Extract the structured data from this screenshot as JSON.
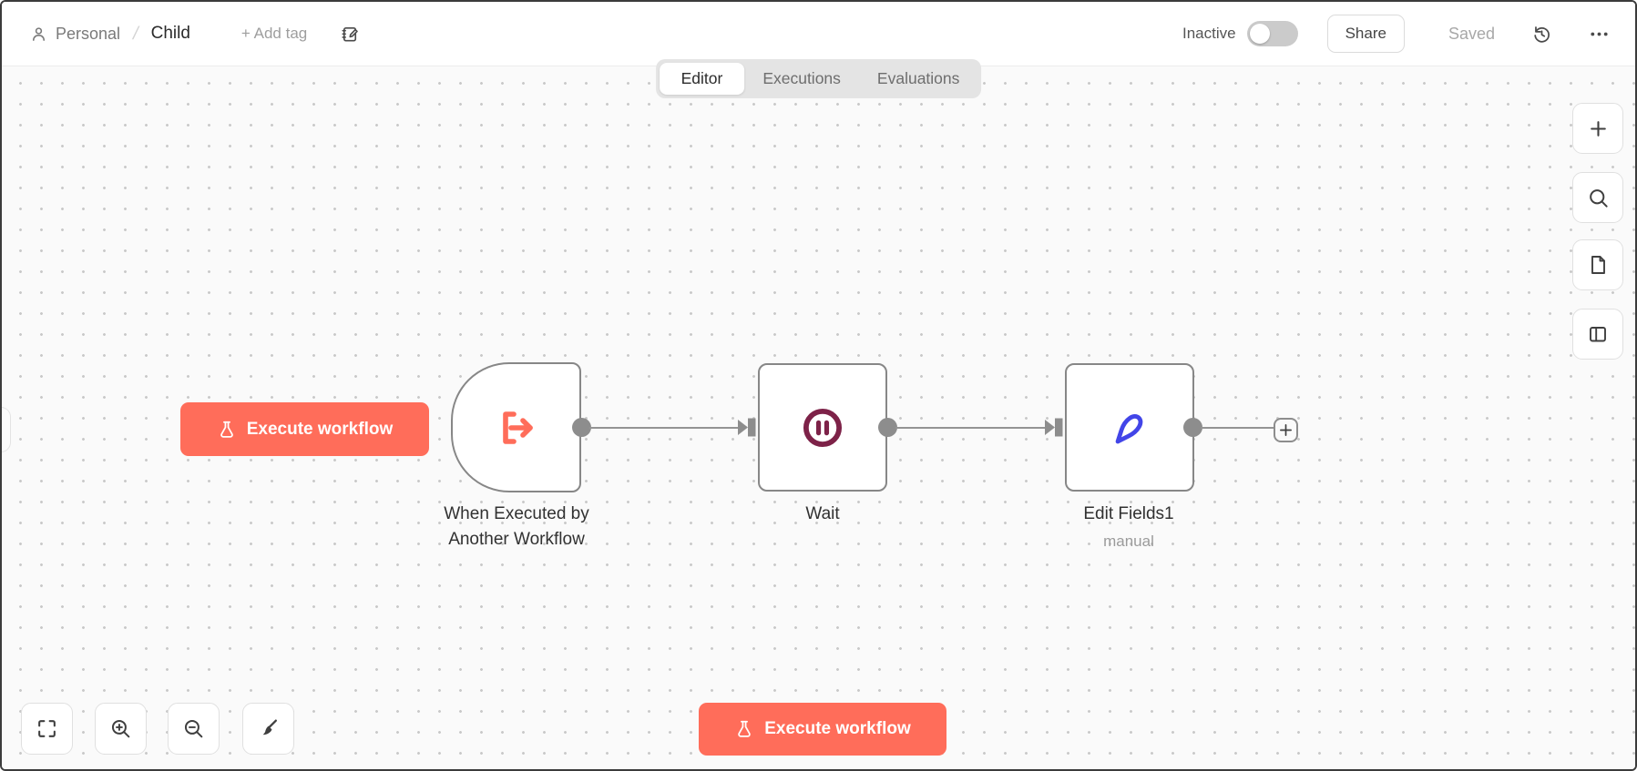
{
  "header": {
    "breadcrumb": {
      "project": "Personal",
      "separator": "/",
      "workflow": "Child"
    },
    "add_tag_label": "+ Add tag",
    "status_label": "Inactive",
    "toggle_state": "off",
    "share_label": "Share",
    "saved_label": "Saved"
  },
  "tabs": [
    {
      "label": "Editor",
      "active": true
    },
    {
      "label": "Executions",
      "active": false
    },
    {
      "label": "Evaluations",
      "active": false
    }
  ],
  "canvas": {
    "execute_workflow_label": "Execute workflow",
    "nodes": [
      {
        "name": "When Executed by Another Workflow",
        "type": "execute-workflow-trigger",
        "icon": "exit-arrow-icon"
      },
      {
        "name": "Wait",
        "type": "wait",
        "icon": "pause-circle-icon"
      },
      {
        "name": "Edit Fields1",
        "subtitle": "manual",
        "type": "set",
        "icon": "pen-icon"
      }
    ],
    "controls": {
      "left": [
        "fit-view",
        "zoom-in",
        "zoom-out",
        "tidy-up"
      ],
      "right": [
        "add-node",
        "search",
        "sticky-note",
        "toggle-panel"
      ]
    }
  },
  "colors": {
    "accent": "#ff6d5a",
    "trigger_icon": "#ff6d5a",
    "wait_icon": "#7d2248",
    "edit_icon": "#4245e8",
    "node_border": "#878787",
    "connector": "#949494",
    "canvas_bg": "#fafafa",
    "grid_dot": "#c9c9c9",
    "tab_bar_bg": "#e4e4e4"
  }
}
